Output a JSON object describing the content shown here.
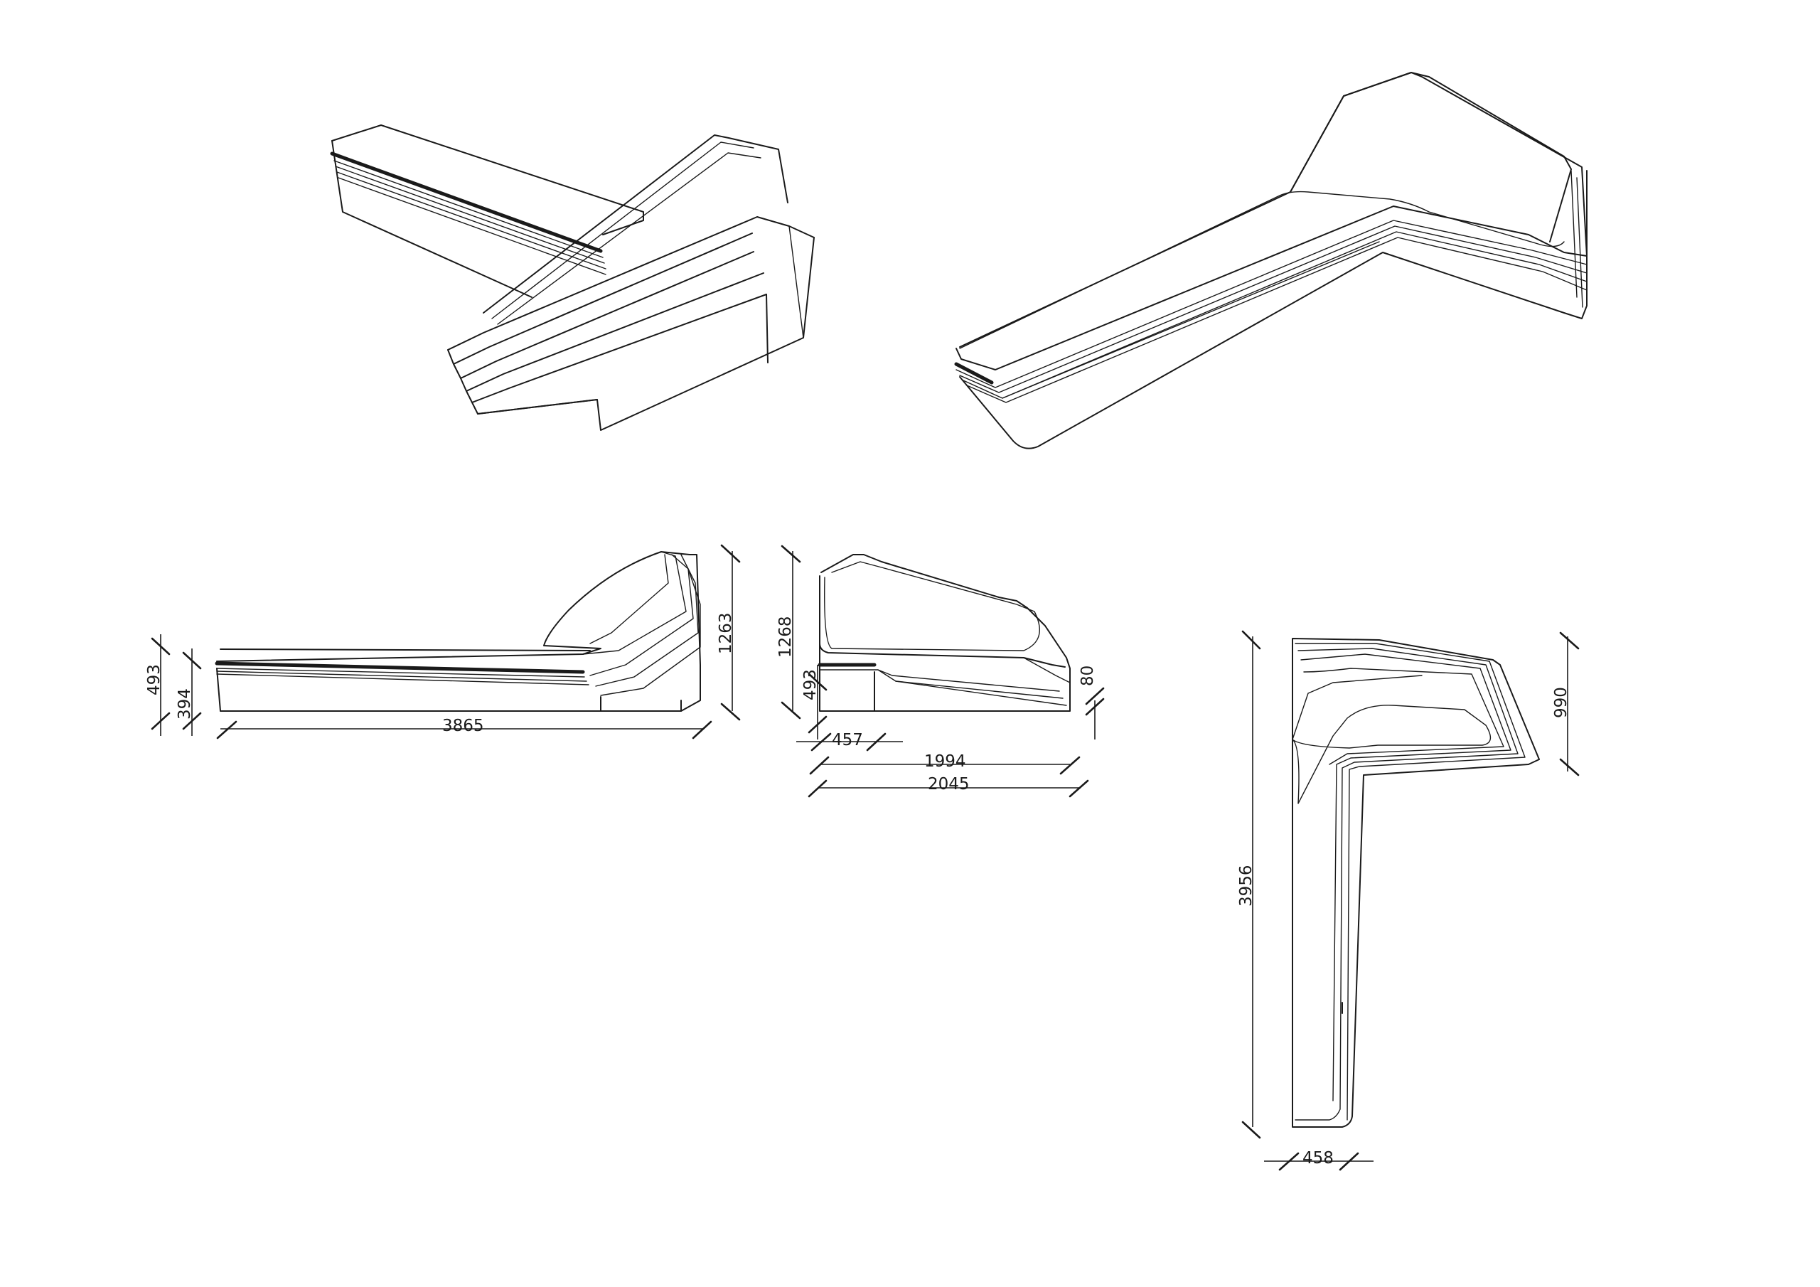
{
  "dimensions": {
    "side_seat_height": "493",
    "side_base_height": "394",
    "side_total_height": "1263",
    "side_length": "3865",
    "front_total_height": "1268",
    "front_seat_height": "493",
    "front_foot_offset": "80",
    "front_base_depth": "457",
    "front_body_depth": "1994",
    "front_total_depth": "2045",
    "plan_length": "3956",
    "plan_back_depth": "990",
    "plan_arm_width": "458"
  }
}
